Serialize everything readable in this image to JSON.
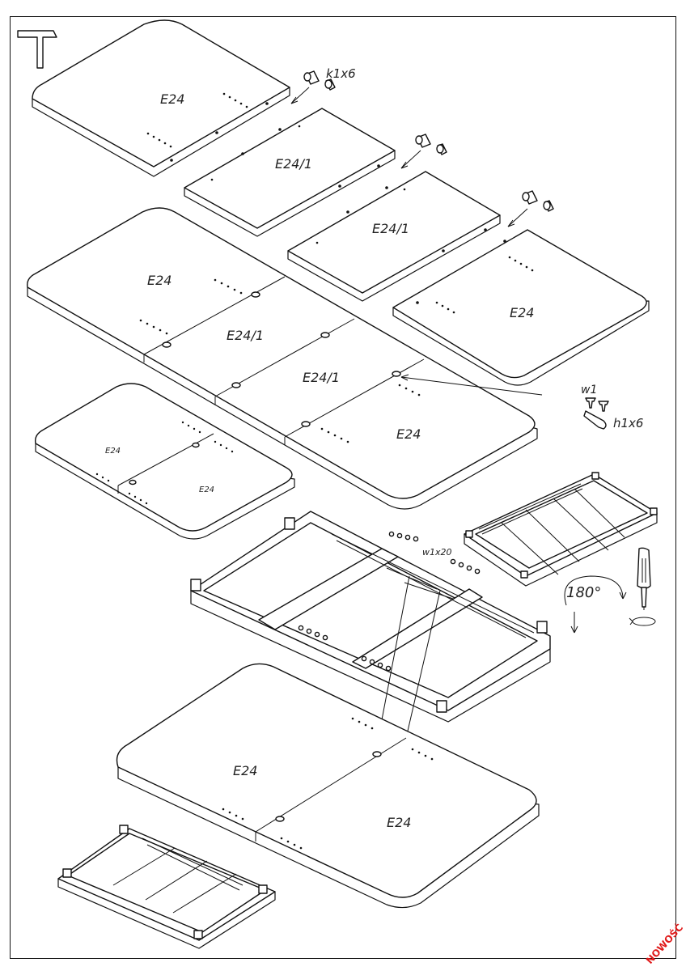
{
  "labels": {
    "top_left_panel": "E24",
    "top_ext_1": "E24/1",
    "top_ext_2": "E24/1",
    "top_right_panel": "E24",
    "mid_left": "E24",
    "mid_ext_1": "E24/1",
    "mid_ext_2": "E24/1",
    "mid_right": "E24",
    "small_left": "E24",
    "small_right": "E24",
    "bottom_left": "E24",
    "bottom_right": "E24"
  },
  "parts": {
    "dowel": "k1x6",
    "wrench": "w1",
    "bolt": "h1x6",
    "screws": "w1x20"
  },
  "rotation": "180°",
  "badge": "NOWOŚĆ",
  "icons": {
    "tool_top_left": "hammer-icon",
    "tool_right": "screwdriver-icon"
  },
  "colors": {
    "line": "#111111",
    "badge": "#e01a1a"
  }
}
